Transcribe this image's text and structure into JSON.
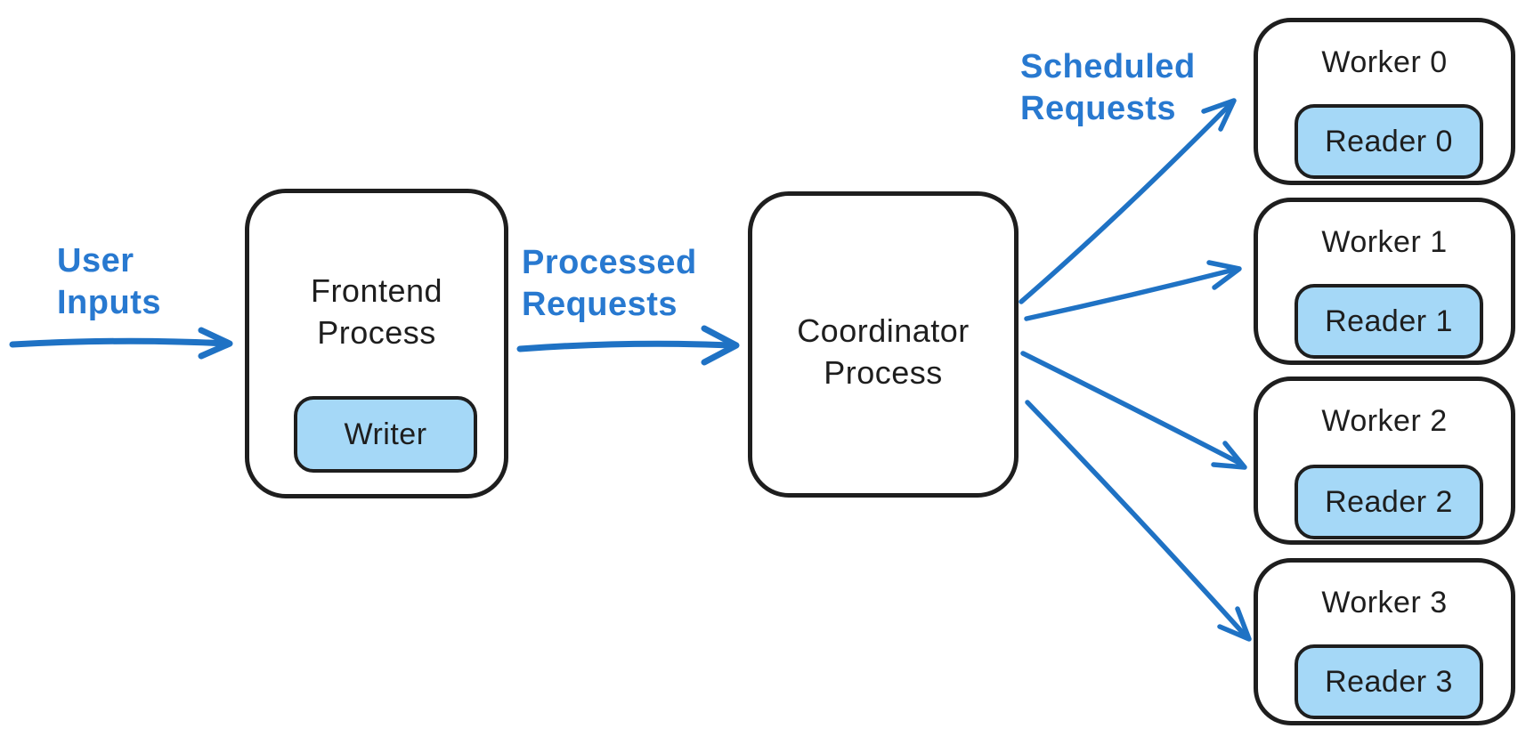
{
  "colors": {
    "arrow_blue": "#1f72c4",
    "label_blue": "#2879d0",
    "node_fill_blue": "#a5d8f7",
    "stroke_black": "#1e1e1e",
    "background": "#ffffff"
  },
  "labels": {
    "user_inputs": {
      "line1": "User",
      "line2": "Inputs"
    },
    "processed_requests": {
      "line1": "Processed",
      "line2": "Requests"
    },
    "scheduled_requests": {
      "line1": "Scheduled",
      "line2": "Requests"
    }
  },
  "frontend": {
    "title_line1": "Frontend",
    "title_line2": "Process",
    "child_label": "Writer"
  },
  "coordinator": {
    "title_line1": "Coordinator",
    "title_line2": "Process"
  },
  "workers": [
    {
      "label": "Worker 0",
      "reader_label": "Reader 0"
    },
    {
      "label": "Worker 1",
      "reader_label": "Reader 1"
    },
    {
      "label": "Worker 2",
      "reader_label": "Reader 2"
    },
    {
      "label": "Worker 3",
      "reader_label": "Reader 3"
    }
  ]
}
